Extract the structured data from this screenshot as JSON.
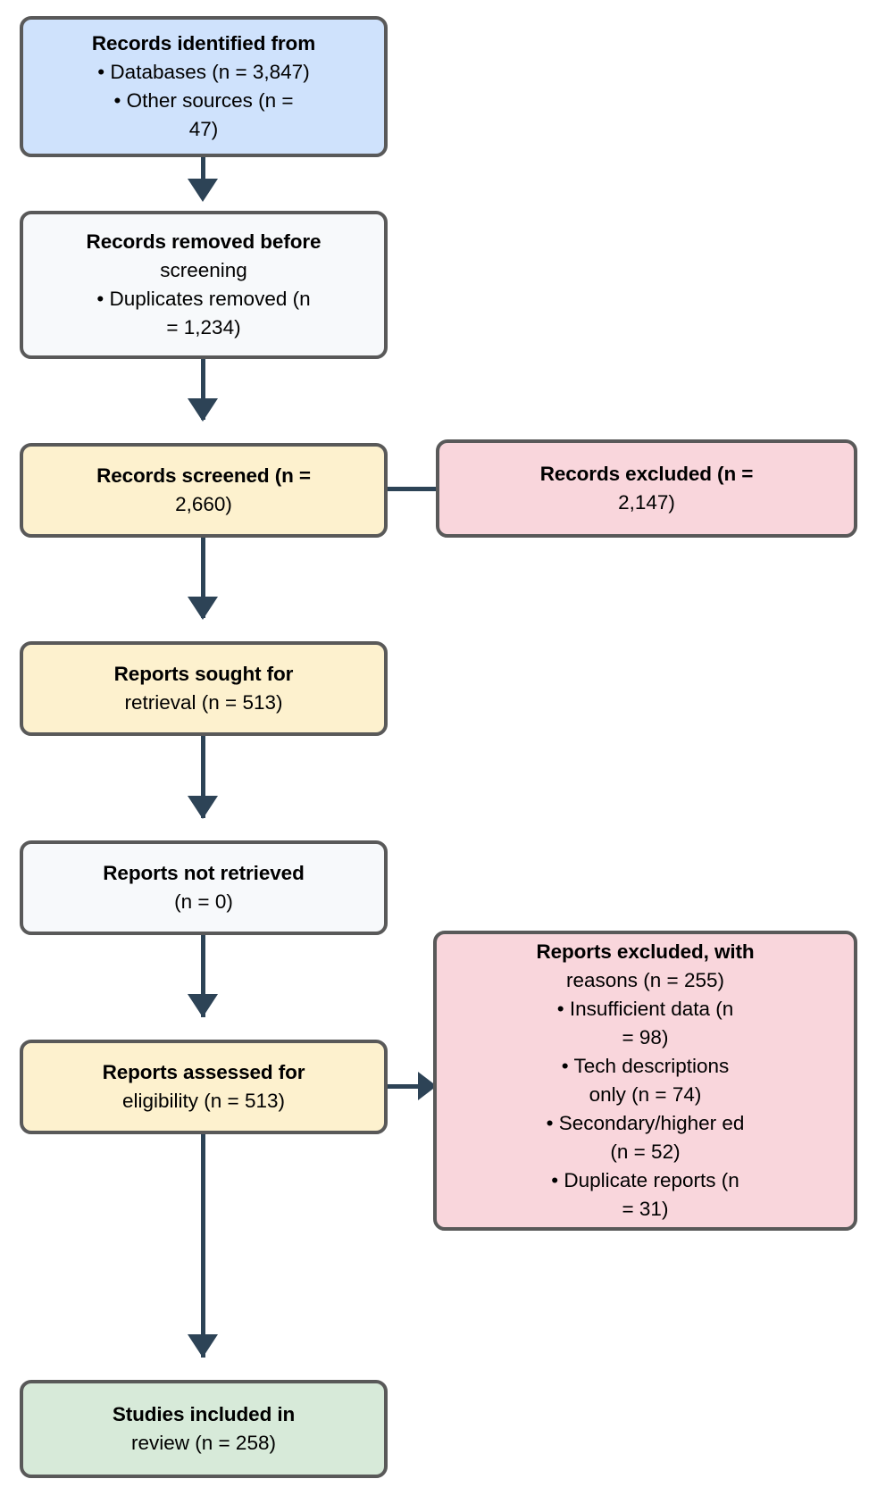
{
  "diagram": {
    "type": "prisma-flow-diagram",
    "colors": {
      "identified_fill": "#cfe2fc",
      "removed_fill": "#f7f9fb",
      "screened_fill": "#fdf1ce",
      "excluded_fill": "#f9d6dc",
      "included_fill": "#d7ead9",
      "border": "#595959",
      "connector": "#2d4356"
    },
    "nodes": {
      "identified": {
        "title": "Records identified from",
        "lines": [
          "• Databases (n = 3,847)",
          "• Other sources (n =",
          "47)"
        ]
      },
      "removed": {
        "title": "Records removed before",
        "lines": [
          "screening",
          "• Duplicates removed (n",
          "= 1,234)"
        ]
      },
      "screened": {
        "title": "Records screened (n =",
        "lines": [
          "2,660)"
        ]
      },
      "records_excluded": {
        "title": "Records excluded (n =",
        "lines": [
          "2,147)"
        ]
      },
      "sought": {
        "title": "Reports sought for",
        "lines": [
          "retrieval (n = 513)"
        ]
      },
      "not_retrieved": {
        "title": "Reports not retrieved",
        "lines": [
          "(n = 0)"
        ]
      },
      "assessed": {
        "title": "Reports assessed for",
        "lines": [
          "eligibility (n = 513)"
        ]
      },
      "reports_excluded": {
        "title": "Reports excluded, with",
        "lines": [
          "reasons (n = 255)",
          "• Insufficient data (n",
          "= 98)",
          "• Tech descriptions",
          "only (n = 74)",
          "• Secondary/higher ed",
          "(n = 52)",
          "• Duplicate reports (n",
          "= 31)"
        ]
      },
      "included": {
        "title": "Studies included in",
        "lines": [
          "review (n = 258)"
        ]
      }
    }
  }
}
